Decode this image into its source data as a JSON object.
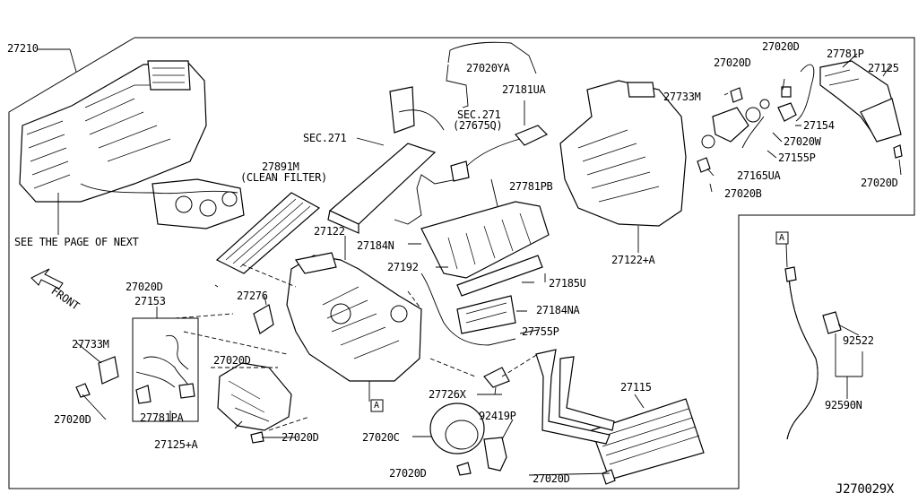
{
  "diagram_code": "J270029X",
  "labels": {
    "p27210": "27210",
    "see_next": "SEE THE PAGE OF NEXT",
    "front": "FRONT",
    "p27020YA": "27020YA",
    "p27181UA": "27181UA",
    "sec271_a": "SEC.271",
    "sec271_b": "SEC.271",
    "p27675Q": "(27675Q)",
    "p27891M": "27891M",
    "clean_filter": "(CLEAN FILTER)",
    "p27122": "27122",
    "p27781PB": "27781PB",
    "p27184N": "27184N",
    "p27192": "27192",
    "p27185U": "27185U",
    "p27184NA": "27184NA",
    "p27755P": "27755P",
    "p27726X": "27726X",
    "p27115": "27115",
    "p92419P": "92419P",
    "p27020C": "27020C",
    "p27020D_bottom_mid": "27020D",
    "p27020D_bottom_right": "27020D",
    "p27020D_left": "27020D",
    "p27153": "27153",
    "p27276": "27276",
    "p27733M_left": "27733M",
    "p27020D_left_low": "27020D",
    "p27781PA": "27781PA",
    "p27020D_mid": "27020D",
    "p27125A": "27125+A",
    "p27020D_bottom": "27020D",
    "p27122A": "27122+A",
    "p27020D_top_a": "27020D",
    "p27020D_top_b": "27020D",
    "p27781P": "27781P",
    "p27125": "27125",
    "p27733M_top": "27733M",
    "p27154": "27154",
    "p27020W": "27020W",
    "p27155P": "27155P",
    "p27165UA": "27165UA",
    "p27020B": "27020B",
    "p27020D_right": "27020D",
    "marker_a_1": "A",
    "marker_a_2": "A",
    "p92522": "92522",
    "p92590N": "92590N"
  }
}
